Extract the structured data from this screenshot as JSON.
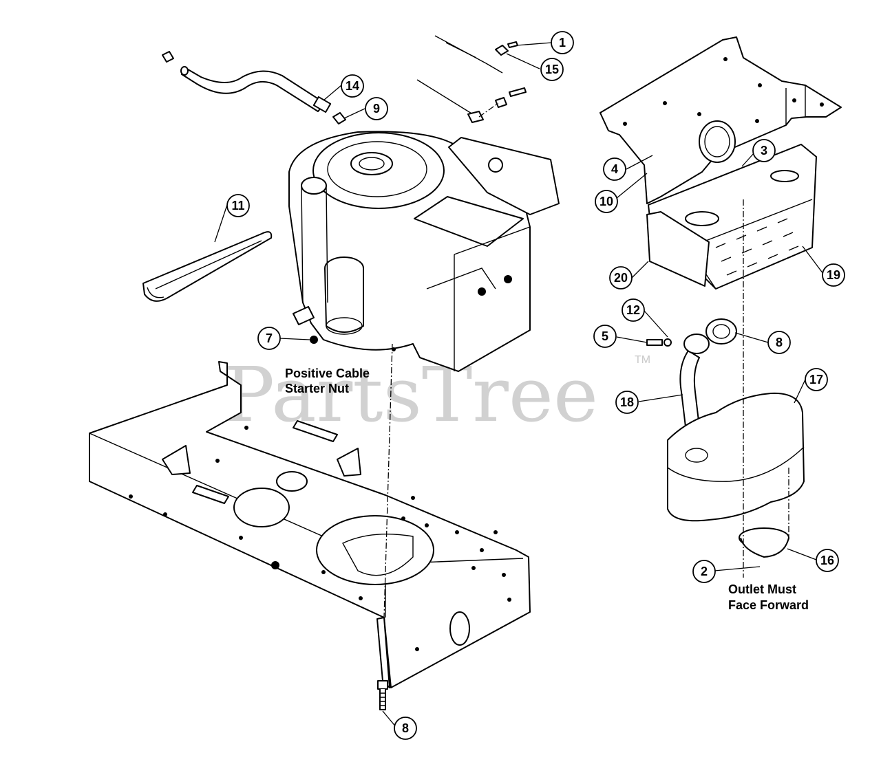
{
  "watermark": {
    "text": "PartsTree",
    "trademark": "TM"
  },
  "notes": {
    "starter_nut_line1": "Positive Cable",
    "starter_nut_line2": "Starter Nut",
    "outlet_line1": "Outlet Must",
    "outlet_line2": "Face Forward"
  },
  "callouts": [
    {
      "id": "c1",
      "label": "1"
    },
    {
      "id": "c15",
      "label": "15"
    },
    {
      "id": "c14",
      "label": "14"
    },
    {
      "id": "c9",
      "label": "9"
    },
    {
      "id": "c11",
      "label": "11"
    },
    {
      "id": "c7",
      "label": "7"
    },
    {
      "id": "c8-bottom",
      "label": "8"
    },
    {
      "id": "c4",
      "label": "4"
    },
    {
      "id": "c10",
      "label": "10"
    },
    {
      "id": "c3",
      "label": "3"
    },
    {
      "id": "c20",
      "label": "20"
    },
    {
      "id": "c19",
      "label": "19"
    },
    {
      "id": "c12",
      "label": "12"
    },
    {
      "id": "c5",
      "label": "5"
    },
    {
      "id": "c8-right",
      "label": "8"
    },
    {
      "id": "c17",
      "label": "17"
    },
    {
      "id": "c18",
      "label": "18"
    },
    {
      "id": "c2",
      "label": "2"
    },
    {
      "id": "c16",
      "label": "16"
    }
  ]
}
